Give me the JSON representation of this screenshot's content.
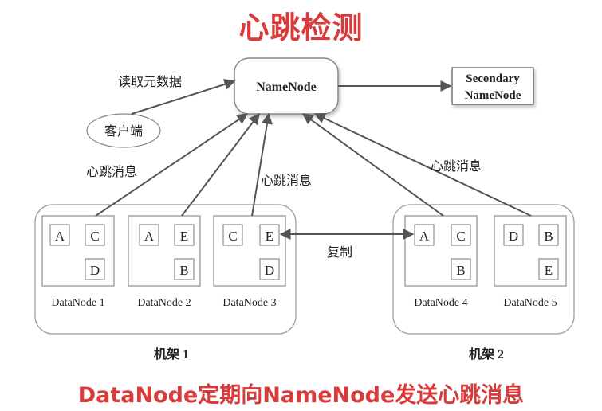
{
  "title": "心跳检测",
  "namenode": "NameNode",
  "secondary": {
    "line1": "Secondary",
    "line2": "NameNode"
  },
  "client": "客户端",
  "read_metadata": "读取元数据",
  "heartbeat_msg": "心跳消息",
  "replicate": "复制",
  "racks": [
    {
      "label": "机架 1",
      "datanodes": [
        {
          "name": "DataNode 1",
          "blocks": [
            "A",
            "C",
            "D"
          ]
        },
        {
          "name": "DataNode 2",
          "blocks": [
            "A",
            "E",
            "B"
          ]
        },
        {
          "name": "DataNode 3",
          "blocks": [
            "C",
            "E",
            "D"
          ]
        }
      ]
    },
    {
      "label": "机架 2",
      "datanodes": [
        {
          "name": "DataNode 4",
          "blocks": [
            "A",
            "C",
            "B"
          ]
        },
        {
          "name": "DataNode 5",
          "blocks": [
            "D",
            "B",
            "E"
          ]
        }
      ]
    }
  ],
  "footer": "DataNode定期向NameNode发送心跳消息"
}
